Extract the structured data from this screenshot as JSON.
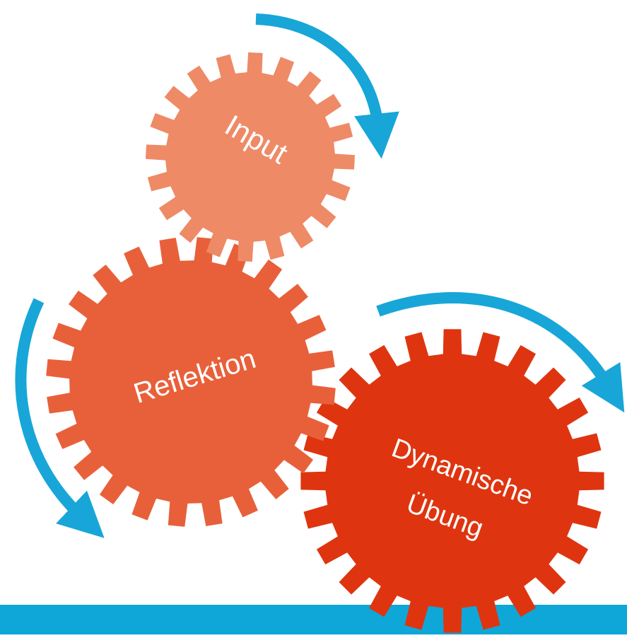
{
  "diagram": {
    "gears": [
      {
        "id": "input",
        "lines": [
          "Input"
        ],
        "color": "#EE8A66"
      },
      {
        "id": "reflektion",
        "lines": [
          "Reflektion"
        ],
        "color": "#E8603A"
      },
      {
        "id": "dynamische-uebung",
        "lines": [
          "Dynamische",
          "Übung"
        ],
        "color": "#DE3510"
      }
    ],
    "arrow_color": "#18A6D8",
    "ground_color": "#0FA7D8",
    "hidden_teeth_color": "#7A3326",
    "background": "#FFFFFF"
  }
}
